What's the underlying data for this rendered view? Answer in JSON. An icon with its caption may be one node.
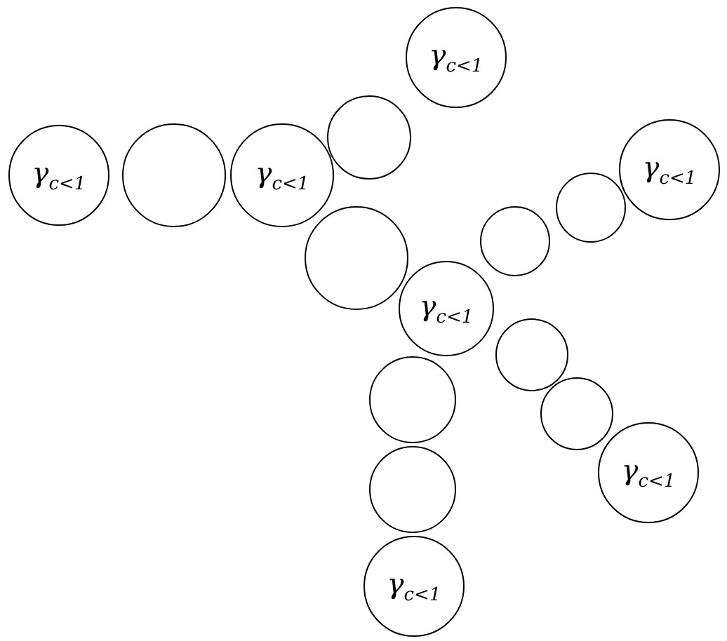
{
  "diagram": {
    "nodes": [
      {
        "text": [
          "γ$_{c<1}$"
        ]
      },
      {
        "text": [],
        "shape": "circle"
      },
      {
        "text": [
          "γ$_{c<1}$"
        ]
      },
      {
        "text": [],
        "shape": "circle"
      },
      {
        "text": [
          "γ$_{c<1}$"
        ]
      },
      {
        "text": [],
        "shape": "circle"
      },
      {
        "text": [],
        "shape": "circle"
      },
      {
        "text": [
          "γ$_{c<1}$"
        ]
      },
      {
        "text": [],
        "shape": "circle"
      },
      {
        "text": [],
        "shape": "circle"
      },
      {
        "text": [
          "γ$_{c<1}$"
        ]
      },
      {
        "text": [],
        "shape": "circle"
      },
      {
        "text": [],
        "shape": "circle"
      },
      {
        "text": [
          "γ$_{c<1}$"
        ]
      },
      {
        "text": [],
        "shape": "circle"
      },
      {
        "text": [
          "γ$_{c<1}$"
        ]
      }
    ]
  }
}
